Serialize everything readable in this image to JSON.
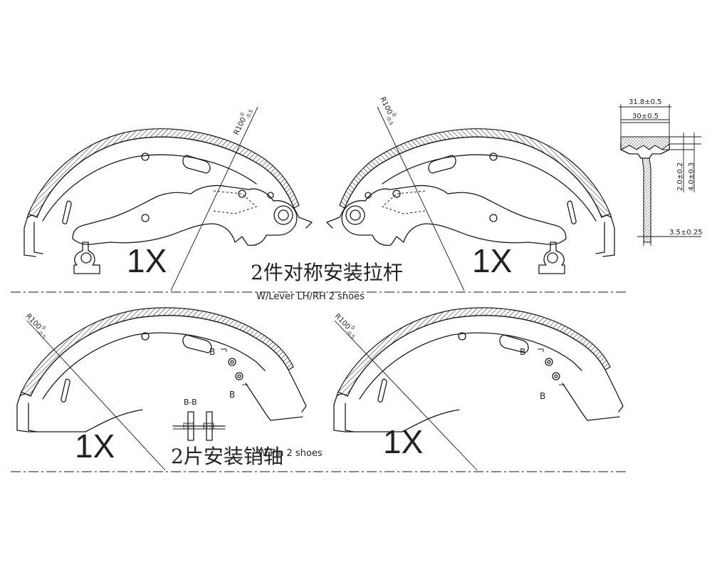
{
  "top_label_cn": "2件对称安装拉杆",
  "top_label_en": "W/Lever  LH/RH 2 shoes",
  "bottom_label_cn": "2片安装销轴",
  "bottom_label_en": "W Pin 2 shoes",
  "qty_labels": [
    "1X",
    "1X",
    "1X",
    "1X"
  ],
  "radius_label": "R100",
  "radius_tol_upper": "0",
  "radius_tol_lower": "-0.5",
  "section_label": "B-B",
  "section_marker": "B",
  "dims": {
    "width_overall": "31.8±0.5",
    "width_table": "30±0.5",
    "lining_thk": "2.0±0.2",
    "total_thk": "4.0±0.3",
    "web_thk": "3.5±0.25"
  }
}
